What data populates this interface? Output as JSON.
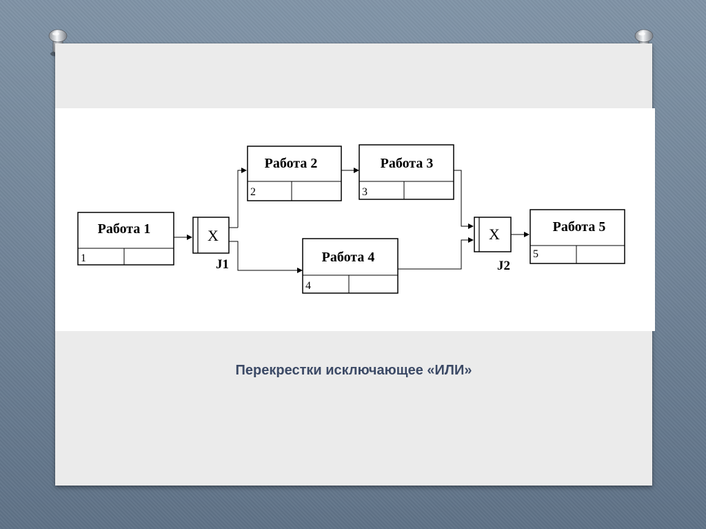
{
  "diagram": {
    "boxes": [
      {
        "title": "Работа 1",
        "number": "1"
      },
      {
        "title": "Работа 2",
        "number": "2"
      },
      {
        "title": "Работа 3",
        "number": "3"
      },
      {
        "title": "Работа 4",
        "number": "4"
      },
      {
        "title": "Работа 5",
        "number": "5"
      }
    ],
    "junctions": [
      {
        "symbol": "X",
        "label": "J1"
      },
      {
        "symbol": "X",
        "label": "J2"
      }
    ]
  },
  "caption": "Перекрестки исключающее «ИЛИ»"
}
